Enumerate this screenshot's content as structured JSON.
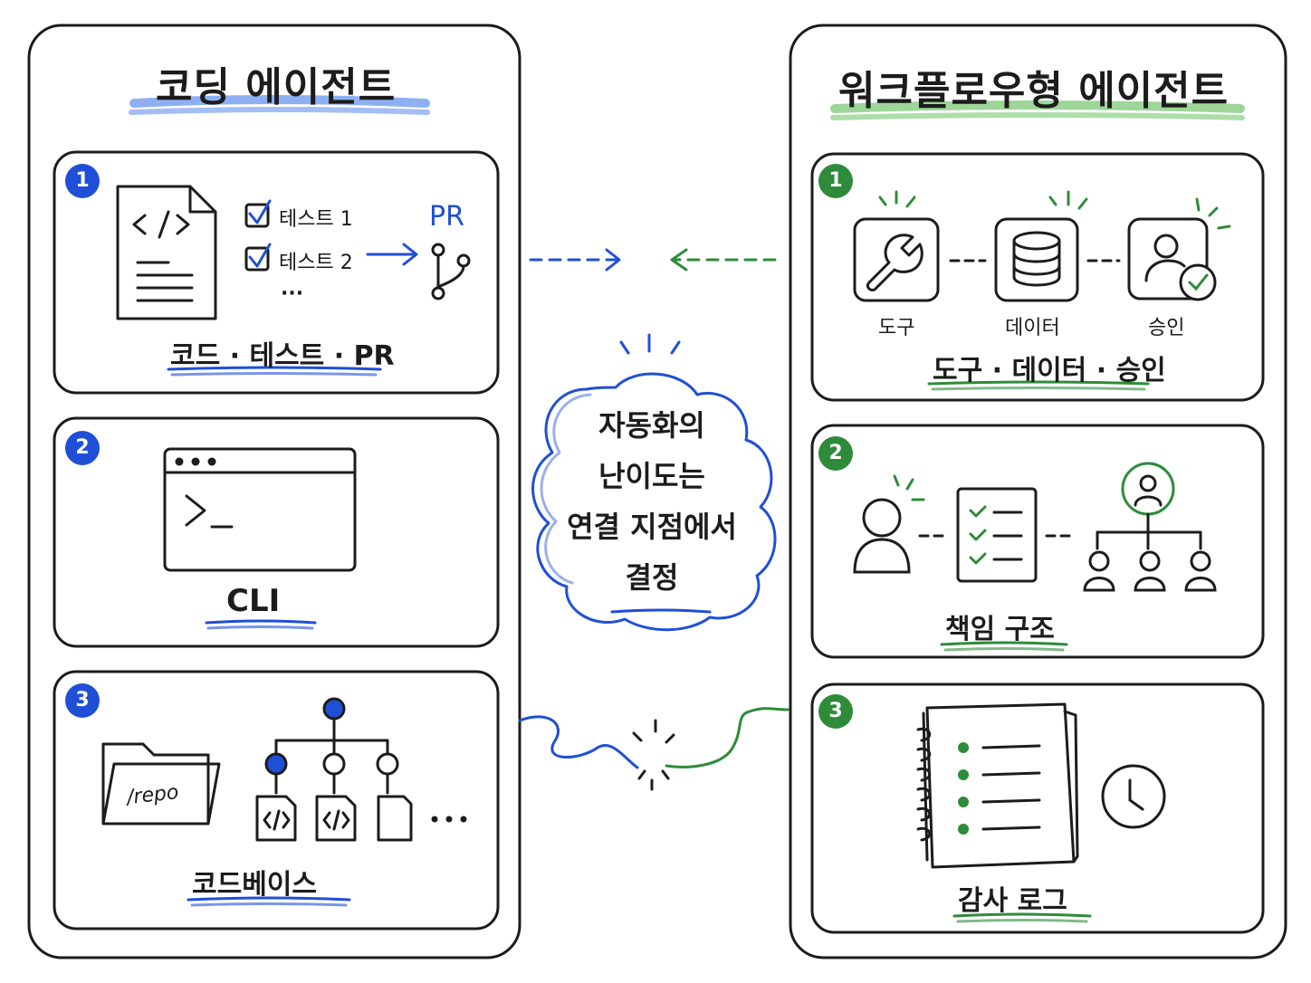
{
  "colors": {
    "ink": "#1c1c1c",
    "coding_accent": "#1f4fd6",
    "workflow_accent": "#2e8b3a",
    "coding_highlight": "#7aa2f0",
    "workflow_highlight": "#8ccf86"
  },
  "coding": {
    "title": "코딩 에이전트",
    "cards": [
      {
        "number": "1",
        "caption": "코드 · 테스트 · PR",
        "tests": [
          "테스트 1",
          "테스트 2"
        ],
        "ellipsis": "···",
        "pr_label": "PR"
      },
      {
        "number": "2",
        "caption": "CLI"
      },
      {
        "number": "3",
        "caption": "코드베이스",
        "folder_label": "/repo",
        "ellipsis": "···"
      }
    ]
  },
  "workflow": {
    "title": "워크플로우형 에이전트",
    "cards": [
      {
        "number": "1",
        "caption": "도구 · 데이터 · 승인",
        "icon_labels": [
          "도구",
          "데이터",
          "승인"
        ]
      },
      {
        "number": "2",
        "caption": "책임 구조"
      },
      {
        "number": "3",
        "caption": "감사 로그"
      }
    ]
  },
  "center": {
    "cloud_lines": [
      "자동화의",
      "난이도는",
      "연결 지점에서",
      "결정"
    ]
  },
  "icons": [
    "code-file-icon",
    "checkbox-icon",
    "git-branch-icon",
    "terminal-icon",
    "folder-icon",
    "file-tree-icon",
    "wrench-icon",
    "database-icon",
    "user-check-icon",
    "person-icon",
    "checklist-icon",
    "org-chart-icon",
    "notebook-icon",
    "clock-icon"
  ]
}
